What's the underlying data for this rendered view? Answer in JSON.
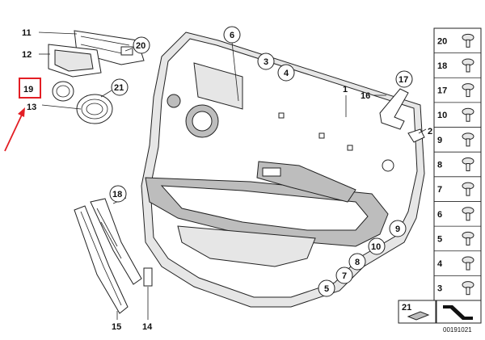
{
  "callouts": {
    "c1": "1",
    "c2": "2",
    "c3": "3",
    "c4": "4",
    "c5": "5",
    "c6": "6",
    "c7": "7",
    "c8": "8",
    "c9": "9",
    "c10": "10",
    "c11": "11",
    "c12": "12",
    "c13": "13",
    "c14": "14",
    "c15": "15",
    "c16": "16",
    "c17": "17",
    "c18": "18",
    "c19": "19",
    "c20": "20",
    "c21": "21"
  },
  "parts_column": [
    "20",
    "18",
    "17",
    "10",
    "9",
    "8",
    "7",
    "6",
    "5",
    "4",
    "3"
  ],
  "bottom_box": {
    "number": "21"
  },
  "diagram_id": "00191021",
  "colors": {
    "highlight": "#e31e24",
    "line": "#222222",
    "panel_shade": "#bdbdbd"
  }
}
